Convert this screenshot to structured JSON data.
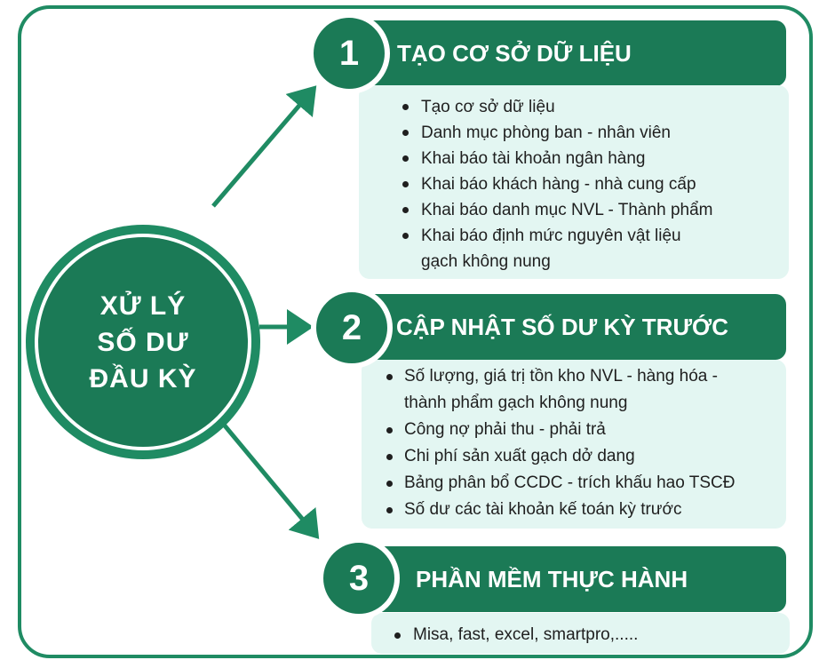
{
  "center": {
    "lines": [
      "XỬ LÝ",
      "SỐ DƯ",
      "ĐẦU KỲ"
    ]
  },
  "steps": [
    {
      "number": "1",
      "title": "TẠO CƠ SỞ DỮ LIỆU",
      "items": [
        "Tạo cơ sở dữ liệu",
        "Danh mục phòng ban - nhân viên",
        "Khai báo tài khoản ngân hàng",
        "Khai báo khách hàng - nhà cung cấp",
        "Khai báo danh mục NVL - Thành phẩm",
        "Khai báo định mức nguyên vật liệu",
        "gạch không nung"
      ]
    },
    {
      "number": "2",
      "title": "CẬP NHẬT SỐ DƯ KỲ TRƯỚC",
      "items": [
        "Số lượng, giá trị tồn kho NVL - hàng hóa -",
        "thành phẩm gạch không nung",
        "Công nợ phải thu - phải trả",
        " Chi phí sản xuất gạch dở dang",
        " Bảng phân bổ CCDC - trích khấu hao TSCĐ",
        " Số dư các tài khoản kế toán kỳ trước"
      ]
    },
    {
      "number": "3",
      "title": "PHẦN MỀM THỰC HÀNH",
      "items": [
        "Misa, fast, excel, smartpro,....."
      ]
    }
  ],
  "colors": {
    "primary": "#1b7a56",
    "accent": "#1f8b63",
    "panel": "#e3f6f2",
    "text": "#1f1f1f"
  }
}
